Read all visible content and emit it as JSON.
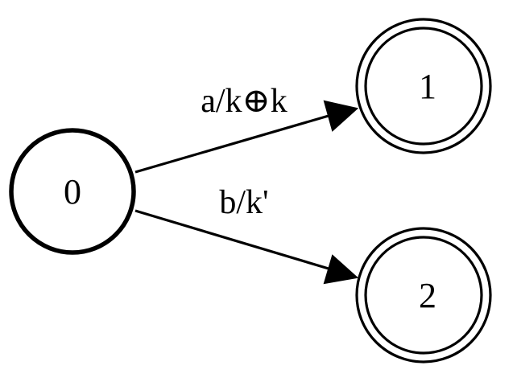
{
  "diagram": {
    "type": "finite-state-transducer",
    "stroke_color": "#000000",
    "background": "#ffffff",
    "states": [
      {
        "id": "0",
        "label": "0",
        "initial": true,
        "final": false
      },
      {
        "id": "1",
        "label": "1",
        "initial": false,
        "final": true
      },
      {
        "id": "2",
        "label": "2",
        "initial": false,
        "final": true
      }
    ],
    "transitions": [
      {
        "from": "0",
        "to": "1",
        "label": "a/k⊕k"
      },
      {
        "from": "0",
        "to": "2",
        "label": "b/k'"
      }
    ]
  }
}
